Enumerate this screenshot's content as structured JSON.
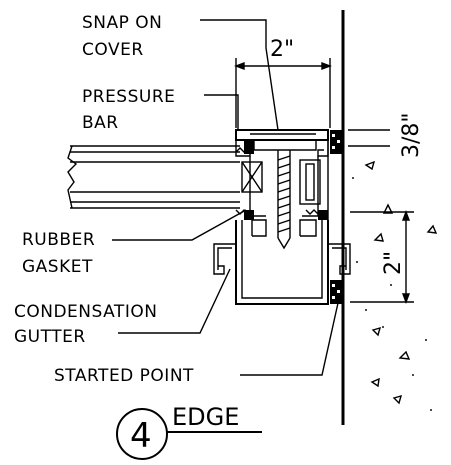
{
  "labels": {
    "snap_on_cover_1": "SNAP  ON",
    "snap_on_cover_2": "COVER",
    "pressure_bar_1": "PRESSURE",
    "pressure_bar_2": "BAR",
    "rubber_gasket_1": "RUBBER",
    "rubber_gasket_2": "GASKET",
    "condensation_gutter_1": "CONDENSATION",
    "condensation_gutter_2": "GUTTER",
    "started_point": "STARTED  POINT"
  },
  "dimensions": {
    "top_width": "2\"",
    "right_height": "2\"",
    "small": "3/8\""
  },
  "detail": {
    "number": "4",
    "title": "EDGE"
  }
}
